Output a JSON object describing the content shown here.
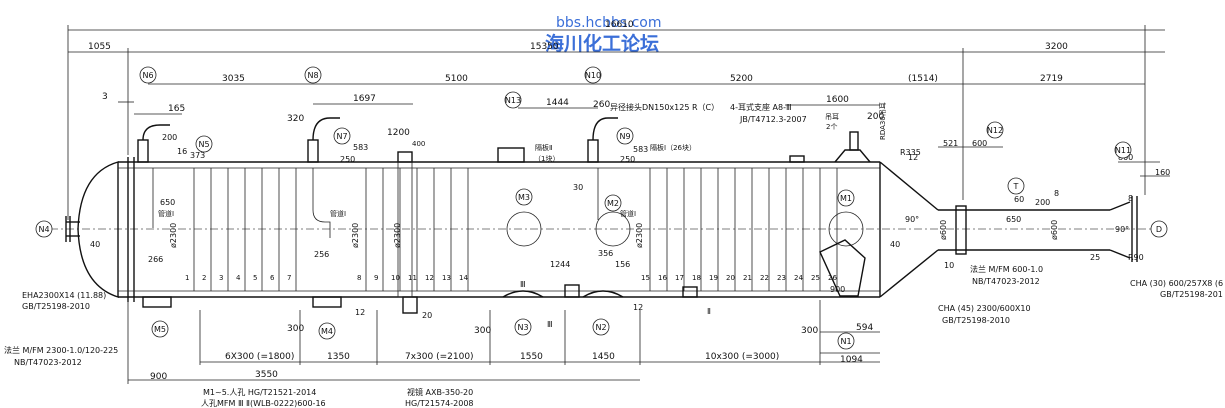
{
  "watermark": {
    "site": "bbs.hcbbs.com",
    "name": "海川化工论坛",
    "color": "#3b6fd8"
  },
  "dimensions": {
    "top_total": "16610",
    "left_overhang": "1055",
    "shell_length": "15350",
    "right_length": "3200",
    "n6_n8": "3035",
    "n8_n10": "5100",
    "n10_right": "5200",
    "cone_len": "(1514)",
    "pipe_len": "2719",
    "gap3": "3",
    "d165": "165",
    "d320": "320",
    "d1697": "1697",
    "d1200": "1200",
    "d400": "400",
    "d1444": "1444",
    "d260": "260",
    "d1600": "1600",
    "d200a": "200",
    "d200b": "200",
    "d16": "16",
    "d373": "373",
    "d650": "650",
    "d40a": "40",
    "d266": "266",
    "d583a": "583",
    "d250a": "250",
    "d256": "256",
    "d583b": "583",
    "d250b": "250",
    "d30": "30",
    "d1244": "1244",
    "d356": "356",
    "d156": "156",
    "d521": "521",
    "d600a": "600",
    "d650b": "650",
    "d800": "800",
    "d160": "160",
    "d25": "25",
    "d40b": "40",
    "d10": "10",
    "d12a": "12",
    "d12b": "12",
    "d12c": "12",
    "d8a": "8",
    "d8b": "8",
    "d900v": "900",
    "d594": "594",
    "d1094": "1094",
    "d300a": "300",
    "d300b": "300",
    "d300c": "300",
    "d20": "20",
    "d60": "60",
    "d200c": "200",
    "b6x300": "6X300 (=1800)",
    "b3550": "3550",
    "b1350": "1350",
    "b7x300": "7x300 (=2100)",
    "b1550": "1550",
    "b1450": "1450",
    "b10x300": "10x300 (=3000)",
    "b900": "900",
    "angle90a": "90°",
    "angle90b": "90°",
    "r335": "R335",
    "r90": "R90",
    "dia_shell1": "ø2300",
    "dia_shell2": "ø2300",
    "dia_shell3": "ø2300",
    "dia_shell4": "ø2300",
    "dia_pipe1": "ø600",
    "dia_pipe2": "ø600"
  },
  "nozzles": {
    "n1": "N1",
    "n2": "N2",
    "n3": "N3",
    "n4": "N4",
    "n5": "N5",
    "n6": "N6",
    "n7": "N7",
    "n8": "N8",
    "n9": "N9",
    "n10": "N10",
    "n11": "N11",
    "n12": "N12",
    "n13": "N13",
    "m1": "M1",
    "m2": "M2",
    "m3": "M3",
    "m4": "M4",
    "m5": "M5",
    "t": "T",
    "d": "D"
  },
  "baffle_numbers": [
    "1",
    "2",
    "3",
    "4",
    "5",
    "6",
    "7",
    "8",
    "9",
    "10",
    "11",
    "12",
    "13",
    "14",
    "15",
    "16",
    "17",
    "18",
    "19",
    "20",
    "21",
    "22",
    "23",
    "24",
    "25",
    "26"
  ],
  "notes": {
    "iii_top": "Ⅲ",
    "iii_bottom": "Ⅲ",
    "ii_bottom": "Ⅱ",
    "label_pipe1": "管道Ⅰ",
    "label_pipe2": "管道Ⅰ",
    "label_pipe3": "管道Ⅰ",
    "reducer_top": "异径接头DN150x125 R（C）",
    "support1": "4-耳式支座 A8-Ⅲ",
    "support2": "JB/T4712.3-2007",
    "lug": "吊耳",
    "lug_count": "2个",
    "lug_spec": "RDA30吊耳",
    "baffle_i": "隔板Ⅱ",
    "baffle_count1": "（1块）",
    "baffle_ii": "隔板Ⅰ（26块）",
    "head1": "EHA2300X14 (11.88)",
    "head2": "GB/T25198-2010",
    "flange1": "法兰 M/FM 2300-1.0/120-225",
    "flange2": "NB/T47023-2012",
    "flange3": "法兰 M/FM 600-1.0",
    "flange4": "NB/T47023-2012",
    "cone1": "CHA (45) 2300/600X10",
    "cone2": "GB/T25198-2010",
    "cone3": "CHA (30) 600/257X8 (6",
    "cone4": "GB/T25198-201",
    "manhole1": "M1~5.人孔 HG/T21521-2014",
    "manhole2": "人孔MFM Ⅲ Ⅱ(WLB-0222)600-16",
    "sight1": "视镜 AXB-350-20",
    "sight2": "HG/T21574-2008"
  }
}
